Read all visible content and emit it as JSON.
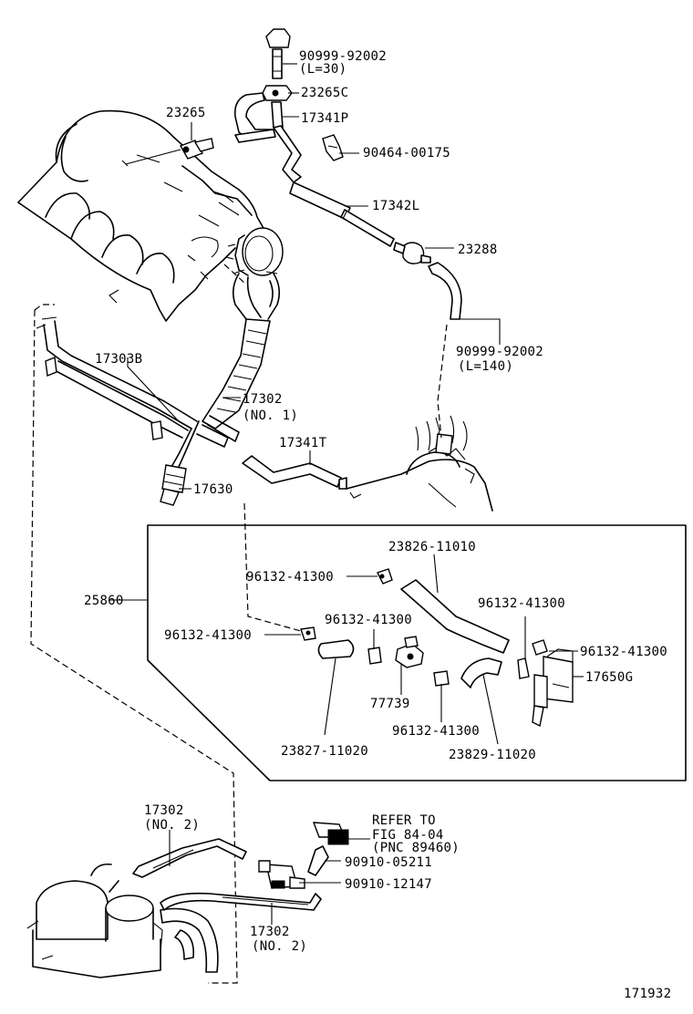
{
  "diagram_id": "171932",
  "labels": {
    "p90999_92002_a": "90999-92002",
    "p90999_92002_a_len": "(L=30)",
    "p23265c": "23265C",
    "p23265": "23265",
    "p17341p": "17341P",
    "p90464": "90464-00175",
    "p17342l": "17342L",
    "p23288": "23288",
    "p90999_92002_b": "90999-92002",
    "p90999_92002_b_len": "(L=140)",
    "p17303b": "17303B",
    "p17302_no1": "17302",
    "p17302_no1_sub": "(NO. 1)",
    "p17341t": "17341T",
    "p17630": "17630",
    "p25860": "25860",
    "p23826": "23826-11010",
    "p96132_a": "96132-41300",
    "p96132_b": "96132-41300",
    "p96132_c": "96132-41300",
    "p96132_d": "96132-41300",
    "p96132_e": "96132-41300",
    "p96132_f": "96132-41300",
    "p17650g": "17650G",
    "p77739": "77739",
    "p23827": "23827-11020",
    "p23829": "23829-11020",
    "p17302_no2_a": "17302",
    "p17302_no2_a_sub": "(NO. 2)",
    "refer_line1": "REFER TO",
    "refer_line2": "FIG 84-04",
    "refer_line3": "(PNC 89460)",
    "p90910_05211": "90910-05211",
    "p90910_12147": "90910-12147",
    "p17302_no2_b": "17302",
    "p17302_no2_b_sub": "(NO. 2)"
  }
}
